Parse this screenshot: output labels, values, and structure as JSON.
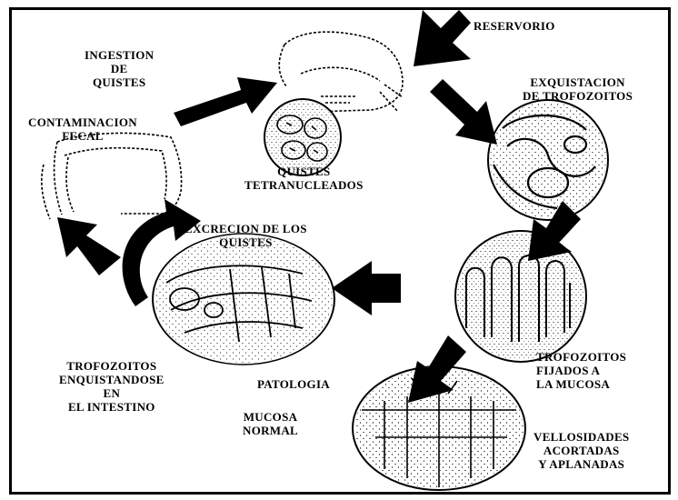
{
  "labels": {
    "reservorio": [
      "RESERVORIO"
    ],
    "ingestion": [
      "INGESTION",
      "DE",
      "QUISTES"
    ],
    "exquistacion": [
      "EXQUISTACION",
      "DE TROFOZOITOS"
    ],
    "contaminacion": [
      "CONTAMINACION",
      "FECAL"
    ],
    "quistes_tetra": [
      "QUISTES",
      "TETRANUCLEADOS"
    ],
    "excrecion": [
      "EXCRECION DE LOS",
      "QUISTES"
    ],
    "trofozoitos_enq": [
      "TROFOZOITOS",
      "ENQUISTANDOSE",
      "EN",
      "EL INTESTINO"
    ],
    "patologia": [
      "PATOLOGIA"
    ],
    "trofozoitos_fij": [
      "TROFOZOITOS",
      "FIJADOS A",
      "LA MUCOSA"
    ],
    "mucosa": [
      "MUCOSA",
      "NORMAL"
    ],
    "vellosidades": [
      "VELLOSIDADES",
      "ACORTADAS",
      "Y APLANADAS"
    ]
  },
  "colors": {
    "ink": "#000000",
    "paper": "#ffffff"
  }
}
